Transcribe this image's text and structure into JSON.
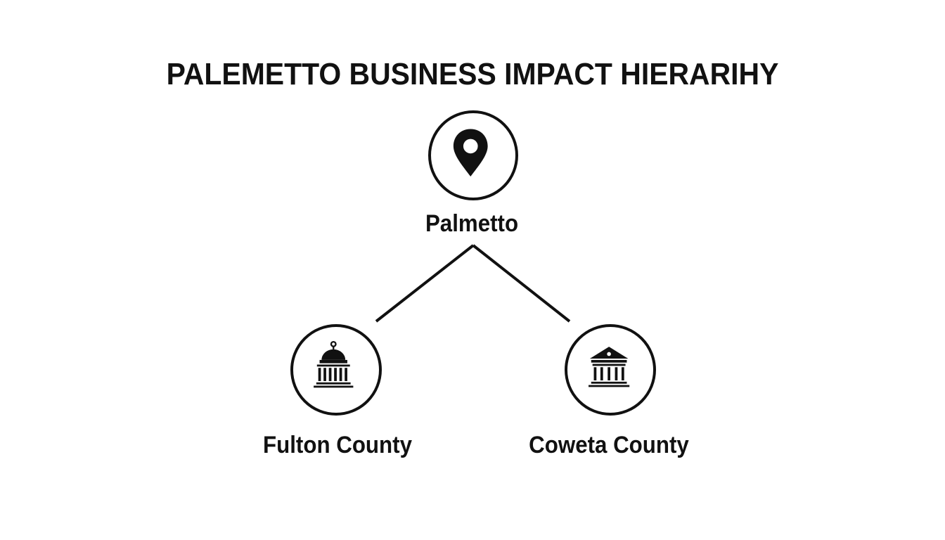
{
  "title": "PALEMETTO BUSINESS IMPACT HIERARIHY",
  "root": {
    "label": "Palmetto",
    "icon": "map-pin-icon"
  },
  "children": [
    {
      "label": "Fulton County",
      "icon": "domed-government-building-icon"
    },
    {
      "label": "Coweta County",
      "icon": "columned-courthouse-icon"
    }
  ],
  "colors": {
    "ink": "#111111",
    "background": "#ffffff"
  }
}
